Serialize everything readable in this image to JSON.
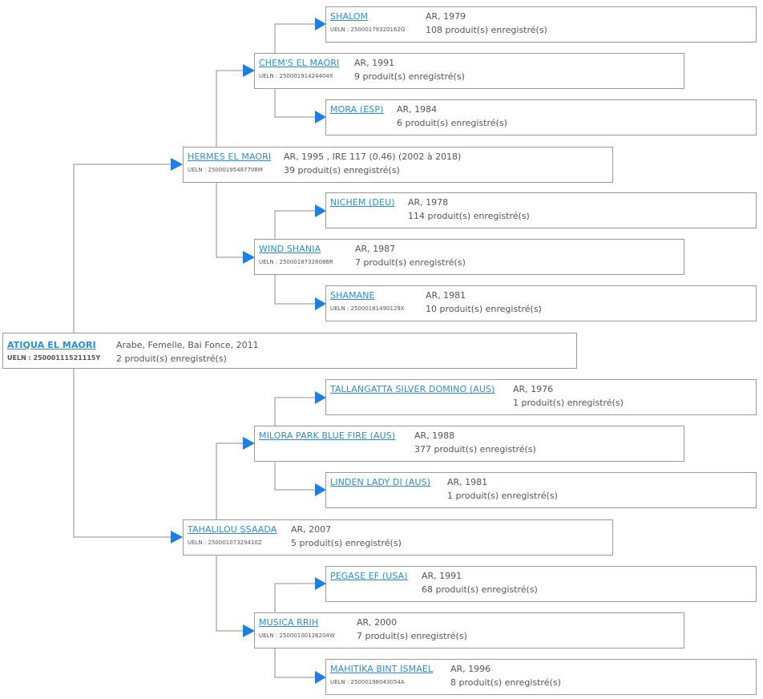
{
  "colors": {
    "link": "#2a8fd8",
    "arrow": "#1a7fe8",
    "border": "#9a9a9a",
    "text": "#555555"
  },
  "ueln_prefix": "UELN : ",
  "root": {
    "name": "ATIQUA EL MAORI",
    "ueln": "25000111521115Y",
    "info": "Arabe, Femelle, Bai Fonce, 2011",
    "count": "2 produit(s) enregistré(s)"
  },
  "sire": {
    "name": "HERMES EL MAORI",
    "ueln": "25000195487708M",
    "info": "AR, 1995 , IRE 117 (0.46) (2002 à 2018)",
    "count": "39 produit(s) enregistré(s)"
  },
  "sire_sire": {
    "name": "CHEM'S EL MAORI",
    "ueln": "25000191424404X",
    "info": "AR, 1991",
    "count": "9 produit(s) enregistré(s)"
  },
  "sire_sire_sire": {
    "name": "SHALOM",
    "ueln": "25000179320162G",
    "info": "AR, 1979",
    "count": "108 produit(s) enregistré(s)"
  },
  "sire_sire_dam": {
    "name": "MORA (ESP)",
    "ueln": "",
    "info": "AR, 1984",
    "count": "6 produit(s) enregistré(s)"
  },
  "sire_dam": {
    "name": "WIND SHANIA",
    "ueln": "25000187328086R",
    "info": "AR, 1987",
    "count": "7 produit(s) enregistré(s)"
  },
  "sire_dam_sire": {
    "name": "NICHEM (DEU)",
    "ueln": "",
    "info": "AR, 1978",
    "count": "114 produit(s) enregistré(s)"
  },
  "sire_dam_dam": {
    "name": "SHAMANE",
    "ueln": "25000181490129X",
    "info": "AR, 1981",
    "count": "10 produit(s) enregistré(s)"
  },
  "dam": {
    "name": "TAHALILOU SSAADA",
    "ueln": "25000107329410Z",
    "info": "AR, 2007",
    "count": "5 produit(s) enregistré(s)"
  },
  "dam_sire": {
    "name": "MILORA PARK BLUE FIRE (AUS)",
    "ueln": "",
    "info": "AR, 1988",
    "count": "377 produit(s) enregistré(s)"
  },
  "dam_sire_sire": {
    "name": "TALLANGATTA SILVER DOMINO (AUS)",
    "ueln": "",
    "info": "AR, 1976",
    "count": "1 produit(s) enregistré(s)"
  },
  "dam_sire_dam": {
    "name": "LINDEN LADY DI (AUS)",
    "ueln": "",
    "info": "AR, 1981",
    "count": "1 produit(s) enregistré(s)"
  },
  "dam_dam": {
    "name": "MUSICA RRIH",
    "ueln": "25000100126204W",
    "info": "AR, 2000",
    "count": "7 produit(s) enregistré(s)"
  },
  "dam_dam_sire": {
    "name": "PEGASE EF (USA)",
    "ueln": "",
    "info": "AR, 1991",
    "count": "68 produit(s) enregistré(s)"
  },
  "dam_dam_dam": {
    "name": "MAHITIKA BINT ISMAEL",
    "ueln": "25000196043054A",
    "info": "AR, 1996",
    "count": "8 produit(s) enregistré(s)"
  }
}
